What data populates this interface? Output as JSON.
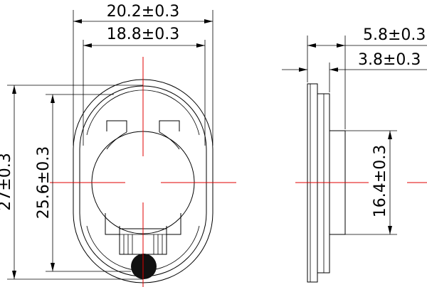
{
  "front_view": {
    "width_outer": "20.2±0.3",
    "width_inner": "18.8±0.3",
    "height_outer": "27±0.3",
    "height_inner": "25.6±0.3"
  },
  "side_view": {
    "depth_total": "5.8±0.3",
    "depth_body": "3.8±0.3",
    "magnet_dia": "16.4±0.3"
  },
  "colors": {
    "centerline": "#e00000",
    "line": "#000000"
  }
}
